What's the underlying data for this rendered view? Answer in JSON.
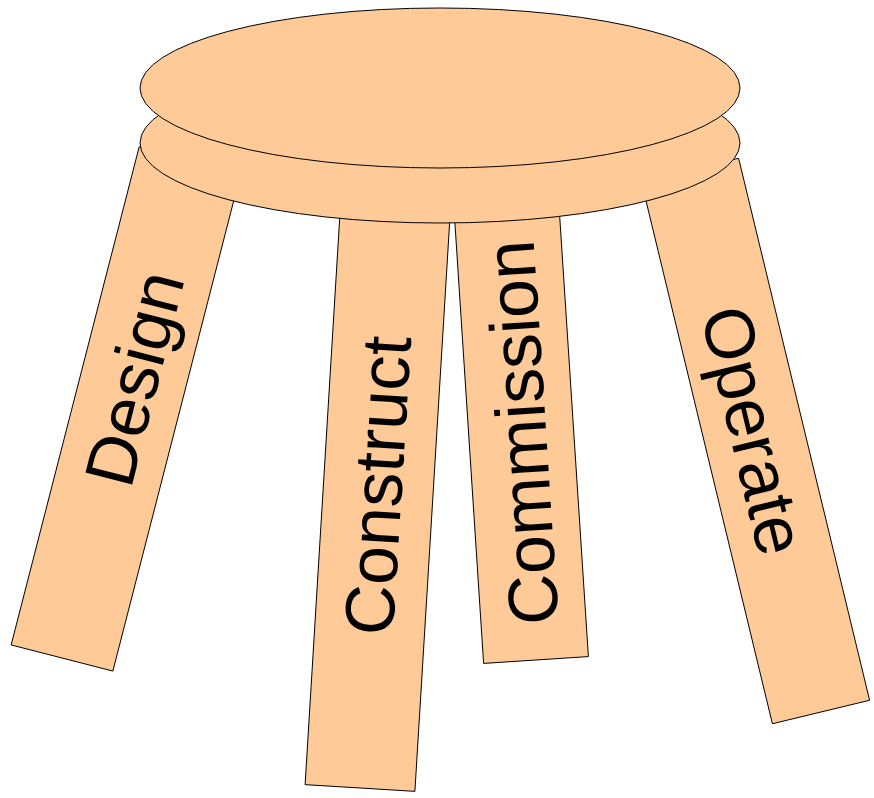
{
  "diagram": {
    "nodes": [
      {
        "text": [
          "Design"
        ]
      },
      {
        "text": [
          "Construct"
        ]
      },
      {
        "text": [
          "Commission"
        ]
      },
      {
        "text": [
          "Operate"
        ]
      }
    ]
  }
}
